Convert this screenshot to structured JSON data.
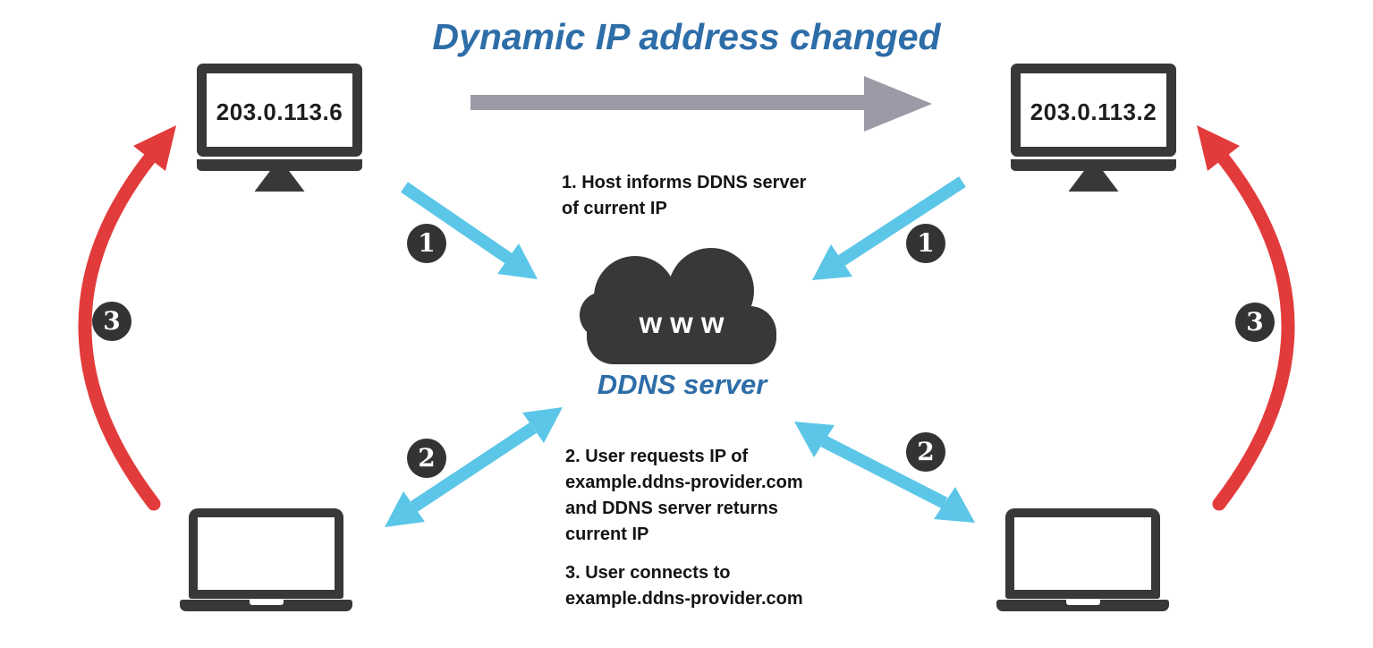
{
  "title": "Dynamic IP address changed",
  "colors": {
    "title_blue": "#2D6DA8",
    "cyan": "#5BC6E8",
    "red": "#E23B3B",
    "dark": "#383838",
    "gray_arrow": "#9B9BA7",
    "badge_bg": "#333333",
    "text": "#141414"
  },
  "nodes": {
    "host_before": {
      "ip": "203.0.113.6"
    },
    "host_after": {
      "ip": "203.0.113.2"
    },
    "server": {
      "cloud_text": "www",
      "label": "DDNS server"
    }
  },
  "badges": {
    "step1": "1",
    "step2": "2",
    "step3": "3"
  },
  "notes": {
    "step1": "1. Host informs DDNS server\nof current IP",
    "step2": "2. User requests IP of\nexample.ddns-provider.com\nand DDNS server returns\ncurrent IP",
    "step3": "3. User connects to\nexample.ddns-provider.com"
  }
}
